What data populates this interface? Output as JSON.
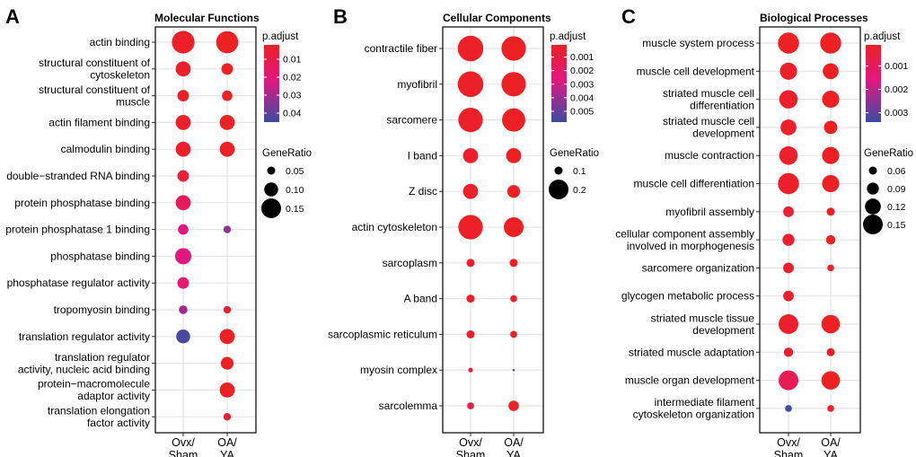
{
  "chart_data": [
    {
      "type": "scatter",
      "panel_letter": "A",
      "title": "Molecular Functions",
      "x": [
        "Ovx/\nSham",
        "OA/\nYA"
      ],
      "categories": [
        "actin binding",
        "structural constituent of\ncytoskeleton",
        "structural constituent of\nmuscle",
        "actin filament binding",
        "calmodulin binding",
        "double−stranded RNA binding",
        "protein phosphatase binding",
        "protein phosphatase 1 binding",
        "phosphatase binding",
        "phosphatase regulator activity",
        "tropomyosin binding",
        "translation regulator activity",
        "translation regulator\nactivity, nucleic acid binding",
        "protein−macromolecule\nadaptor activity",
        "translation elongation\nfactor activity"
      ],
      "points": [
        {
          "category": 0,
          "x": 0,
          "gene_ratio": 0.175,
          "p_adjust": 0.003
        },
        {
          "category": 0,
          "x": 1,
          "gene_ratio": 0.17,
          "p_adjust": 0.001
        },
        {
          "category": 1,
          "x": 0,
          "gene_ratio": 0.11,
          "p_adjust": 0.004
        },
        {
          "category": 1,
          "x": 1,
          "gene_ratio": 0.08,
          "p_adjust": 0.002
        },
        {
          "category": 2,
          "x": 0,
          "gene_ratio": 0.08,
          "p_adjust": 0.004
        },
        {
          "category": 2,
          "x": 1,
          "gene_ratio": 0.07,
          "p_adjust": 0.002
        },
        {
          "category": 3,
          "x": 0,
          "gene_ratio": 0.11,
          "p_adjust": 0.004
        },
        {
          "category": 3,
          "x": 1,
          "gene_ratio": 0.11,
          "p_adjust": 0.002
        },
        {
          "category": 4,
          "x": 0,
          "gene_ratio": 0.11,
          "p_adjust": 0.004
        },
        {
          "category": 4,
          "x": 1,
          "gene_ratio": 0.11,
          "p_adjust": 0.002
        },
        {
          "category": 5,
          "x": 0,
          "gene_ratio": 0.08,
          "p_adjust": 0.006
        },
        {
          "category": 6,
          "x": 0,
          "gene_ratio": 0.11,
          "p_adjust": 0.014
        },
        {
          "category": 7,
          "x": 0,
          "gene_ratio": 0.07,
          "p_adjust": 0.022
        },
        {
          "category": 7,
          "x": 1,
          "gene_ratio": 0.045,
          "p_adjust": 0.033
        },
        {
          "category": 8,
          "x": 0,
          "gene_ratio": 0.12,
          "p_adjust": 0.022
        },
        {
          "category": 8,
          "x": 1,
          "gene_ratio": null,
          "p_adjust": null
        },
        {
          "category": 9,
          "x": 0,
          "gene_ratio": 0.08,
          "p_adjust": 0.018
        },
        {
          "category": 10,
          "x": 0,
          "gene_ratio": 0.055,
          "p_adjust": 0.03
        },
        {
          "category": 10,
          "x": 1,
          "gene_ratio": 0.045,
          "p_adjust": 0.006
        },
        {
          "category": 11,
          "x": 0,
          "gene_ratio": 0.1,
          "p_adjust": 0.043
        },
        {
          "category": 11,
          "x": 1,
          "gene_ratio": 0.11,
          "p_adjust": 0.002
        },
        {
          "category": 12,
          "x": 1,
          "gene_ratio": 0.09,
          "p_adjust": 0.002
        },
        {
          "category": 13,
          "x": 1,
          "gene_ratio": 0.11,
          "p_adjust": 0.002
        },
        {
          "category": 14,
          "x": 1,
          "gene_ratio": 0.045,
          "p_adjust": 0.005
        }
      ],
      "color_legend": {
        "title": "p.adjust",
        "ticks": [
          "0.01",
          "0.02",
          "0.03",
          "0.04"
        ],
        "range": [
          0.002,
          0.045
        ]
      },
      "size_legend": {
        "title": "GeneRatio",
        "ticks": [
          "0.05",
          "0.10",
          "0.15"
        ],
        "values": [
          0.05,
          0.1,
          0.15
        ]
      },
      "grid": true
    },
    {
      "type": "scatter",
      "panel_letter": "B",
      "title": "Cellular Components",
      "x": [
        "Ovx/\nSham",
        "OA/\nYA"
      ],
      "categories": [
        "contractile fiber",
        "myofibril",
        "sarcomere",
        "I band",
        "Z disc",
        "actin cytoskeleton",
        "sarcoplasm",
        "A band",
        "sarcoplasmic reticulum",
        "myosin complex",
        "sarcolemma"
      ],
      "points": [
        {
          "category": 0,
          "x": 0,
          "gene_ratio": 0.25,
          "p_adjust": 0.0002
        },
        {
          "category": 0,
          "x": 1,
          "gene_ratio": 0.24,
          "p_adjust": 0.0001
        },
        {
          "category": 1,
          "x": 0,
          "gene_ratio": 0.25,
          "p_adjust": 0.0002
        },
        {
          "category": 1,
          "x": 1,
          "gene_ratio": 0.24,
          "p_adjust": 0.0001
        },
        {
          "category": 2,
          "x": 0,
          "gene_ratio": 0.24,
          "p_adjust": 0.0002
        },
        {
          "category": 2,
          "x": 1,
          "gene_ratio": 0.23,
          "p_adjust": 0.0001
        },
        {
          "category": 3,
          "x": 0,
          "gene_ratio": 0.16,
          "p_adjust": 0.0003
        },
        {
          "category": 3,
          "x": 1,
          "gene_ratio": 0.16,
          "p_adjust": 0.0001
        },
        {
          "category": 4,
          "x": 0,
          "gene_ratio": 0.16,
          "p_adjust": 0.0003
        },
        {
          "category": 4,
          "x": 1,
          "gene_ratio": 0.14,
          "p_adjust": 0.0001
        },
        {
          "category": 5,
          "x": 0,
          "gene_ratio": 0.24,
          "p_adjust": 0.0002
        },
        {
          "category": 5,
          "x": 1,
          "gene_ratio": 0.2,
          "p_adjust": 0.0001
        },
        {
          "category": 6,
          "x": 0,
          "gene_ratio": 0.1,
          "p_adjust": 0.0003
        },
        {
          "category": 6,
          "x": 1,
          "gene_ratio": 0.1,
          "p_adjust": 0.0001
        },
        {
          "category": 7,
          "x": 0,
          "gene_ratio": 0.1,
          "p_adjust": 0.0003
        },
        {
          "category": 7,
          "x": 1,
          "gene_ratio": 0.09,
          "p_adjust": 0.0001
        },
        {
          "category": 8,
          "x": 0,
          "gene_ratio": 0.1,
          "p_adjust": 0.0003
        },
        {
          "category": 8,
          "x": 1,
          "gene_ratio": 0.09,
          "p_adjust": 0.0001
        },
        {
          "category": 9,
          "x": 0,
          "gene_ratio": 0.07,
          "p_adjust": 0.0004
        },
        {
          "category": 9,
          "x": 1,
          "gene_ratio": 0.05,
          "p_adjust": 0.0055
        },
        {
          "category": 10,
          "x": 0,
          "gene_ratio": 0.09,
          "p_adjust": 0.0012
        },
        {
          "category": 10,
          "x": 1,
          "gene_ratio": 0.12,
          "p_adjust": 0.0002
        }
      ],
      "color_legend": {
        "title": "p.adjust",
        "ticks": [
          "0.001",
          "0.002",
          "0.003",
          "0.004",
          "0.005"
        ],
        "range": [
          0.0001,
          0.0058
        ]
      },
      "size_legend": {
        "title": "GeneRatio",
        "ticks": [
          "0.1",
          "0.2"
        ],
        "values": [
          0.1,
          0.2
        ]
      },
      "grid": true
    },
    {
      "type": "scatter",
      "panel_letter": "C",
      "title": "Biological Processes",
      "x": [
        "Ovx/\nSham",
        "OA/\nYA"
      ],
      "categories": [
        "muscle system process",
        "muscle cell development",
        "striated muscle cell\ndifferentiation",
        "striated muscle cell\ndevelopment",
        "muscle contraction",
        "muscle cell differentiation",
        "myofibril assembly",
        "cellular component assembly\ninvolved in morphogenesis",
        "sarcomere organization",
        "glycogen metabolic process",
        "striated muscle tissue\ndevelopment",
        "striated muscle adaptation",
        "muscle organ development",
        "intermediate filament\ncytoskeleton organization"
      ],
      "points": [
        {
          "category": 0,
          "x": 0,
          "gene_ratio": 0.16,
          "p_adjust": 0.0001
        },
        {
          "category": 0,
          "x": 1,
          "gene_ratio": 0.16,
          "p_adjust": 0.0001
        },
        {
          "category": 1,
          "x": 0,
          "gene_ratio": 0.13,
          "p_adjust": 0.0002
        },
        {
          "category": 1,
          "x": 1,
          "gene_ratio": 0.12,
          "p_adjust": 0.0001
        },
        {
          "category": 2,
          "x": 0,
          "gene_ratio": 0.14,
          "p_adjust": 0.0002
        },
        {
          "category": 2,
          "x": 1,
          "gene_ratio": 0.13,
          "p_adjust": 0.0001
        },
        {
          "category": 3,
          "x": 0,
          "gene_ratio": 0.12,
          "p_adjust": 0.0002
        },
        {
          "category": 3,
          "x": 1,
          "gene_ratio": 0.1,
          "p_adjust": 0.0001
        },
        {
          "category": 4,
          "x": 0,
          "gene_ratio": 0.14,
          "p_adjust": 0.0002
        },
        {
          "category": 4,
          "x": 1,
          "gene_ratio": 0.13,
          "p_adjust": 0.0001
        },
        {
          "category": 5,
          "x": 0,
          "gene_ratio": 0.16,
          "p_adjust": 0.0002
        },
        {
          "category": 5,
          "x": 1,
          "gene_ratio": 0.13,
          "p_adjust": 0.0001
        },
        {
          "category": 6,
          "x": 0,
          "gene_ratio": 0.08,
          "p_adjust": 0.0003
        },
        {
          "category": 6,
          "x": 1,
          "gene_ratio": 0.06,
          "p_adjust": 0.0001
        },
        {
          "category": 7,
          "x": 0,
          "gene_ratio": 0.09,
          "p_adjust": 0.0003
        },
        {
          "category": 7,
          "x": 1,
          "gene_ratio": 0.07,
          "p_adjust": 0.0001
        },
        {
          "category": 8,
          "x": 0,
          "gene_ratio": 0.08,
          "p_adjust": 0.0003
        },
        {
          "category": 8,
          "x": 1,
          "gene_ratio": 0.05,
          "p_adjust": 0.0001
        },
        {
          "category": 9,
          "x": 0,
          "gene_ratio": 0.08,
          "p_adjust": 0.0003
        },
        {
          "category": 10,
          "x": 0,
          "gene_ratio": 0.15,
          "p_adjust": 0.0002
        },
        {
          "category": 10,
          "x": 1,
          "gene_ratio": 0.14,
          "p_adjust": 0.0001
        },
        {
          "category": 11,
          "x": 0,
          "gene_ratio": 0.07,
          "p_adjust": 0.0003
        },
        {
          "category": 11,
          "x": 1,
          "gene_ratio": 0.06,
          "p_adjust": 0.0001
        },
        {
          "category": 12,
          "x": 0,
          "gene_ratio": 0.15,
          "p_adjust": 0.0009
        },
        {
          "category": 12,
          "x": 1,
          "gene_ratio": 0.14,
          "p_adjust": 0.0001
        },
        {
          "category": 13,
          "x": 0,
          "gene_ratio": 0.05,
          "p_adjust": 0.0034
        },
        {
          "category": 13,
          "x": 1,
          "gene_ratio": 0.05,
          "p_adjust": 0.0002
        }
      ],
      "color_legend": {
        "title": "p.adjust",
        "ticks": [
          "0.001",
          "0.002",
          "0.003"
        ],
        "range": [
          0.0001,
          0.0034
        ]
      },
      "size_legend": {
        "title": "GeneRatio",
        "ticks": [
          "0.06",
          "0.09",
          "0.12",
          "0.15"
        ],
        "values": [
          0.06,
          0.09,
          0.12,
          0.15
        ]
      },
      "grid": true
    }
  ],
  "colors": {
    "low_p_adjust": "#ed2024",
    "mid_p_adjust": "#e3177f",
    "high_p_adjust": "#3b4ba2",
    "grid": "#e4e4e4",
    "frame": "#000000"
  }
}
